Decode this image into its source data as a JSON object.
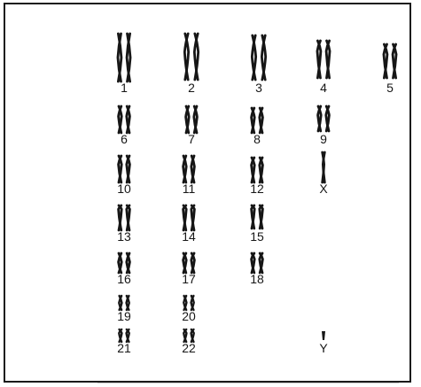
{
  "figure": {
    "type": "karyotype",
    "ink_color": "#161616",
    "chromosomes": [
      {
        "label": "1"
      },
      {
        "label": "2"
      },
      {
        "label": "3"
      },
      {
        "label": "4"
      },
      {
        "label": "5"
      },
      {
        "label": "6"
      },
      {
        "label": "7"
      },
      {
        "label": "8"
      },
      {
        "label": "9"
      },
      {
        "label": "10"
      },
      {
        "label": "11"
      },
      {
        "label": "12"
      },
      {
        "label": "X"
      },
      {
        "label": "13"
      },
      {
        "label": "14"
      },
      {
        "label": "15"
      },
      {
        "label": "16"
      },
      {
        "label": "17"
      },
      {
        "label": "18"
      },
      {
        "label": "19"
      },
      {
        "label": "20"
      },
      {
        "label": "21"
      },
      {
        "label": "22"
      },
      {
        "label": "Y"
      }
    ]
  }
}
